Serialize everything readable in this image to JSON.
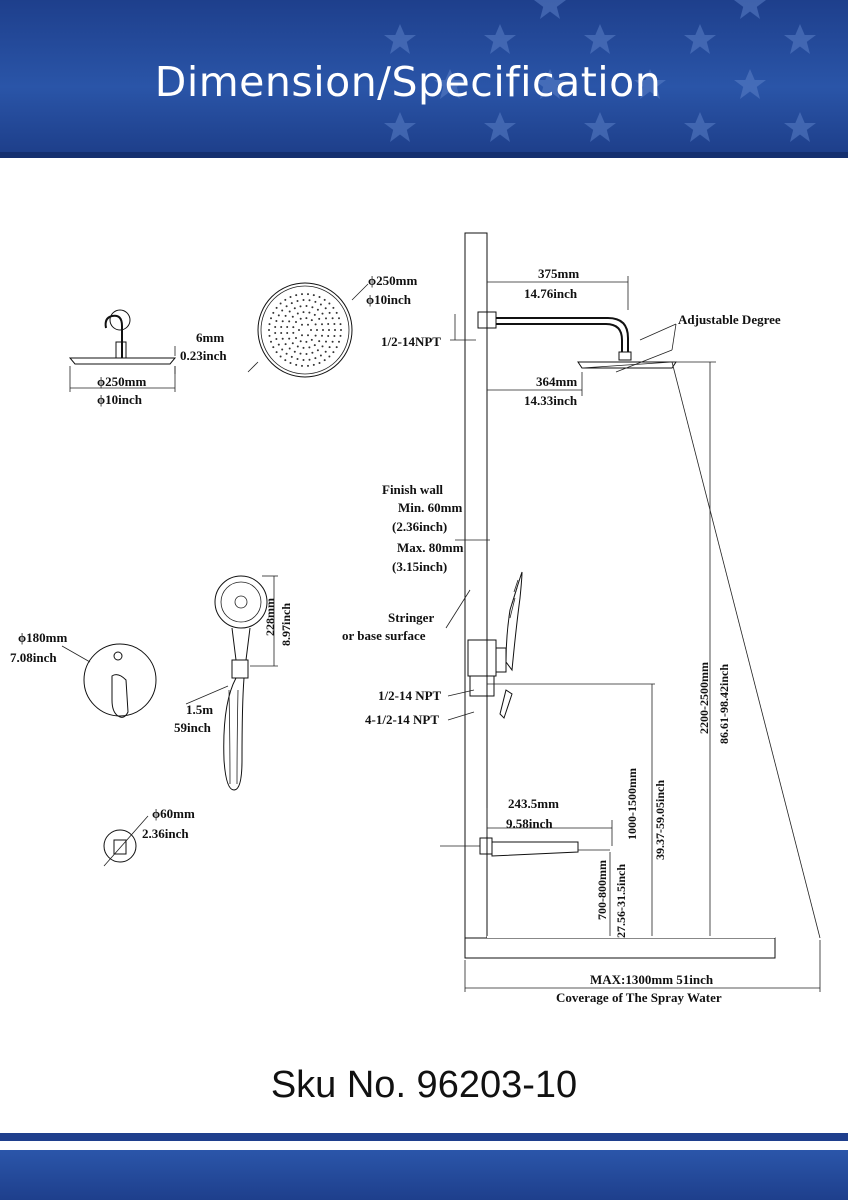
{
  "header": {
    "title": "Dimension/Specification"
  },
  "showerhead_side": {
    "thickness_mm": "6mm",
    "thickness_in": "0.23inch",
    "diameter_mm": "ϕ250mm",
    "diameter_in": "ϕ10inch"
  },
  "showerhead_top": {
    "diameter_mm": "ϕ250mm",
    "diameter_in": "ϕ10inch"
  },
  "arm": {
    "length_mm": "375mm",
    "length_in": "14.76inch",
    "reach_mm": "364mm",
    "reach_in": "14.33inch",
    "thread": "1/2-14NPT",
    "adjust": "Adjustable Degree"
  },
  "wall": {
    "finish": "Finish wall",
    "min_mm": "Min. 60mm",
    "min_in": "(2.36inch)",
    "max_mm": "Max. 80mm",
    "max_in": "(3.15inch)",
    "stringer": "Stringer",
    "base": "or base surface"
  },
  "valve": {
    "npt1": "1/2-14 NPT",
    "npt2": "4-1/2-14 NPT",
    "plate_mm": "ϕ180mm",
    "plate_in": "7.08inch"
  },
  "handshower": {
    "height_mm": "228mm",
    "height_in": "8.97inch",
    "hose_m": "1.5m",
    "hose_in": "59inch"
  },
  "escutcheon": {
    "diameter_mm": "ϕ60mm",
    "diameter_in": "2.36inch"
  },
  "spout": {
    "length_mm": "243.5mm",
    "length_in": "9.58inch"
  },
  "heights": {
    "spout_mm": "700-800mm",
    "spout_in": "27.56-31.5inch",
    "valve_mm": "1000-1500mm",
    "valve_in": "39.37-59.05inch",
    "head_mm": "2200-2500mm",
    "head_in": "86.61-98.42inch"
  },
  "coverage": {
    "max": "MAX:1300mm 51inch",
    "label": "Coverage of The Spray Water"
  },
  "footer": {
    "sku": "Sku No. 96203-10"
  },
  "colors": {
    "banner": "#1e3f8c",
    "accent": "#2a55a8"
  }
}
